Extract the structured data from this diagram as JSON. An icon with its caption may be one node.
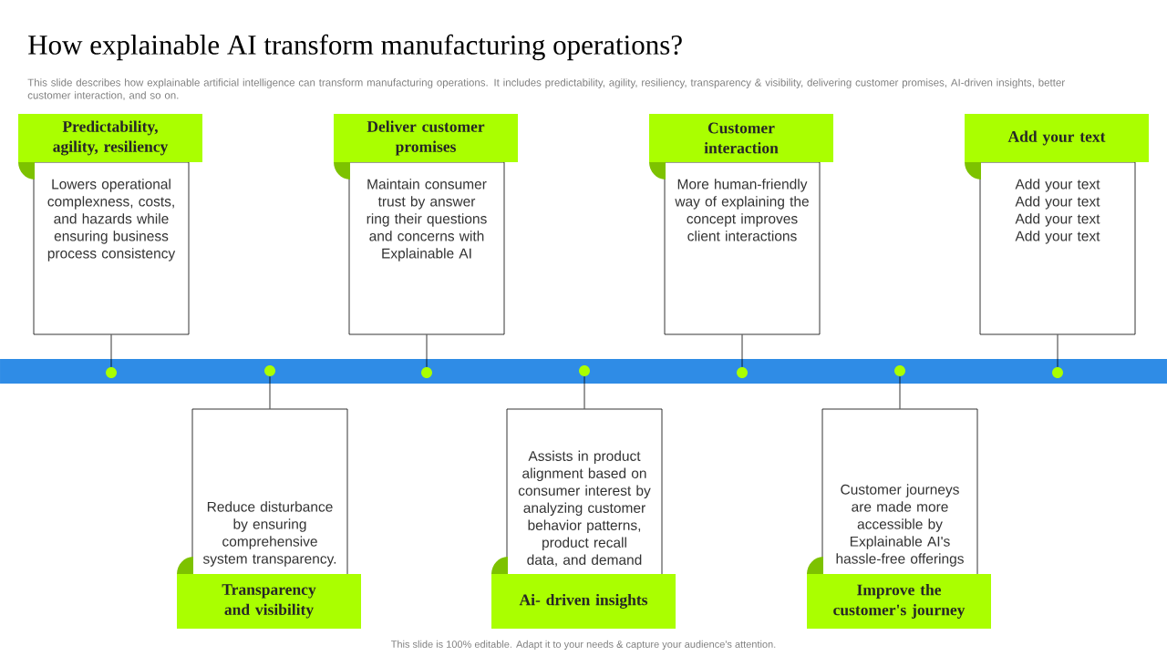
{
  "diagram": {
    "title": "How explainable AI transform manufacturing operations?",
    "nodes": [
      {
        "text": [
          "Predictability, agility, resiliency",
          "Lowers operational complexness, costs, and hazards while ensuring business process consistency"
        ]
      },
      {
        "text": [
          "Reduce disturbance by ensuring comprehensive system transparency.",
          "Transparency and visibility"
        ]
      },
      {
        "text": [
          "Deliver customer promises",
          "Maintain consumer trust by answer ring their questions and concerns with Explainable AI"
        ]
      },
      {
        "text": [
          "Assists in product alignment based on consumer interest by analyzing customer behavior patterns, product recall data, and demand",
          "Ai- driven insights"
        ]
      },
      {
        "text": [
          "Customer interaction",
          "More human-friendly way of explaining the concept improves client interactions"
        ]
      },
      {
        "text": [
          "Customer journeys are made more accessible by Explainable AI's hassle-free offerings",
          "Improve the customer's journey"
        ]
      },
      {
        "text": [
          "Add your text",
          "Add your text Add your text Add your text Add your text"
        ]
      },
      {
        "text": [],
        "shape": "circle"
      },
      {
        "text": [],
        "shape": "circle"
      },
      {
        "text": [],
        "shape": "circle"
      },
      {
        "text": [],
        "shape": "circle"
      },
      {
        "text": [],
        "shape": "circle"
      },
      {
        "text": [],
        "shape": "circle"
      },
      {
        "text": [],
        "shape": "circle"
      }
    ],
    "edges": [
      {
        "from": 0,
        "to": 7,
        "arrow": "none"
      },
      {
        "from": 1,
        "to": 8,
        "arrow": "none"
      },
      {
        "from": 2,
        "to": 9,
        "arrow": "none"
      },
      {
        "from": 3,
        "to": 10,
        "arrow": "none"
      },
      {
        "from": 4,
        "to": 11,
        "arrow": "none"
      },
      {
        "from": 5,
        "to": 12,
        "arrow": "none"
      },
      {
        "from": 6,
        "to": 13,
        "arrow": "none"
      }
    ],
    "labels": [
      "This slide describes how explainable artificial intelligence can transform manufacturing operations. It includes predictability, agility, resiliency, transparency & visibility, delivering customer promises, AI-driven insights, better customer interaction, and so on.",
      "This slide is 100% editable. Adapt it to your needs & capture your audience's attention."
    ]
  }
}
